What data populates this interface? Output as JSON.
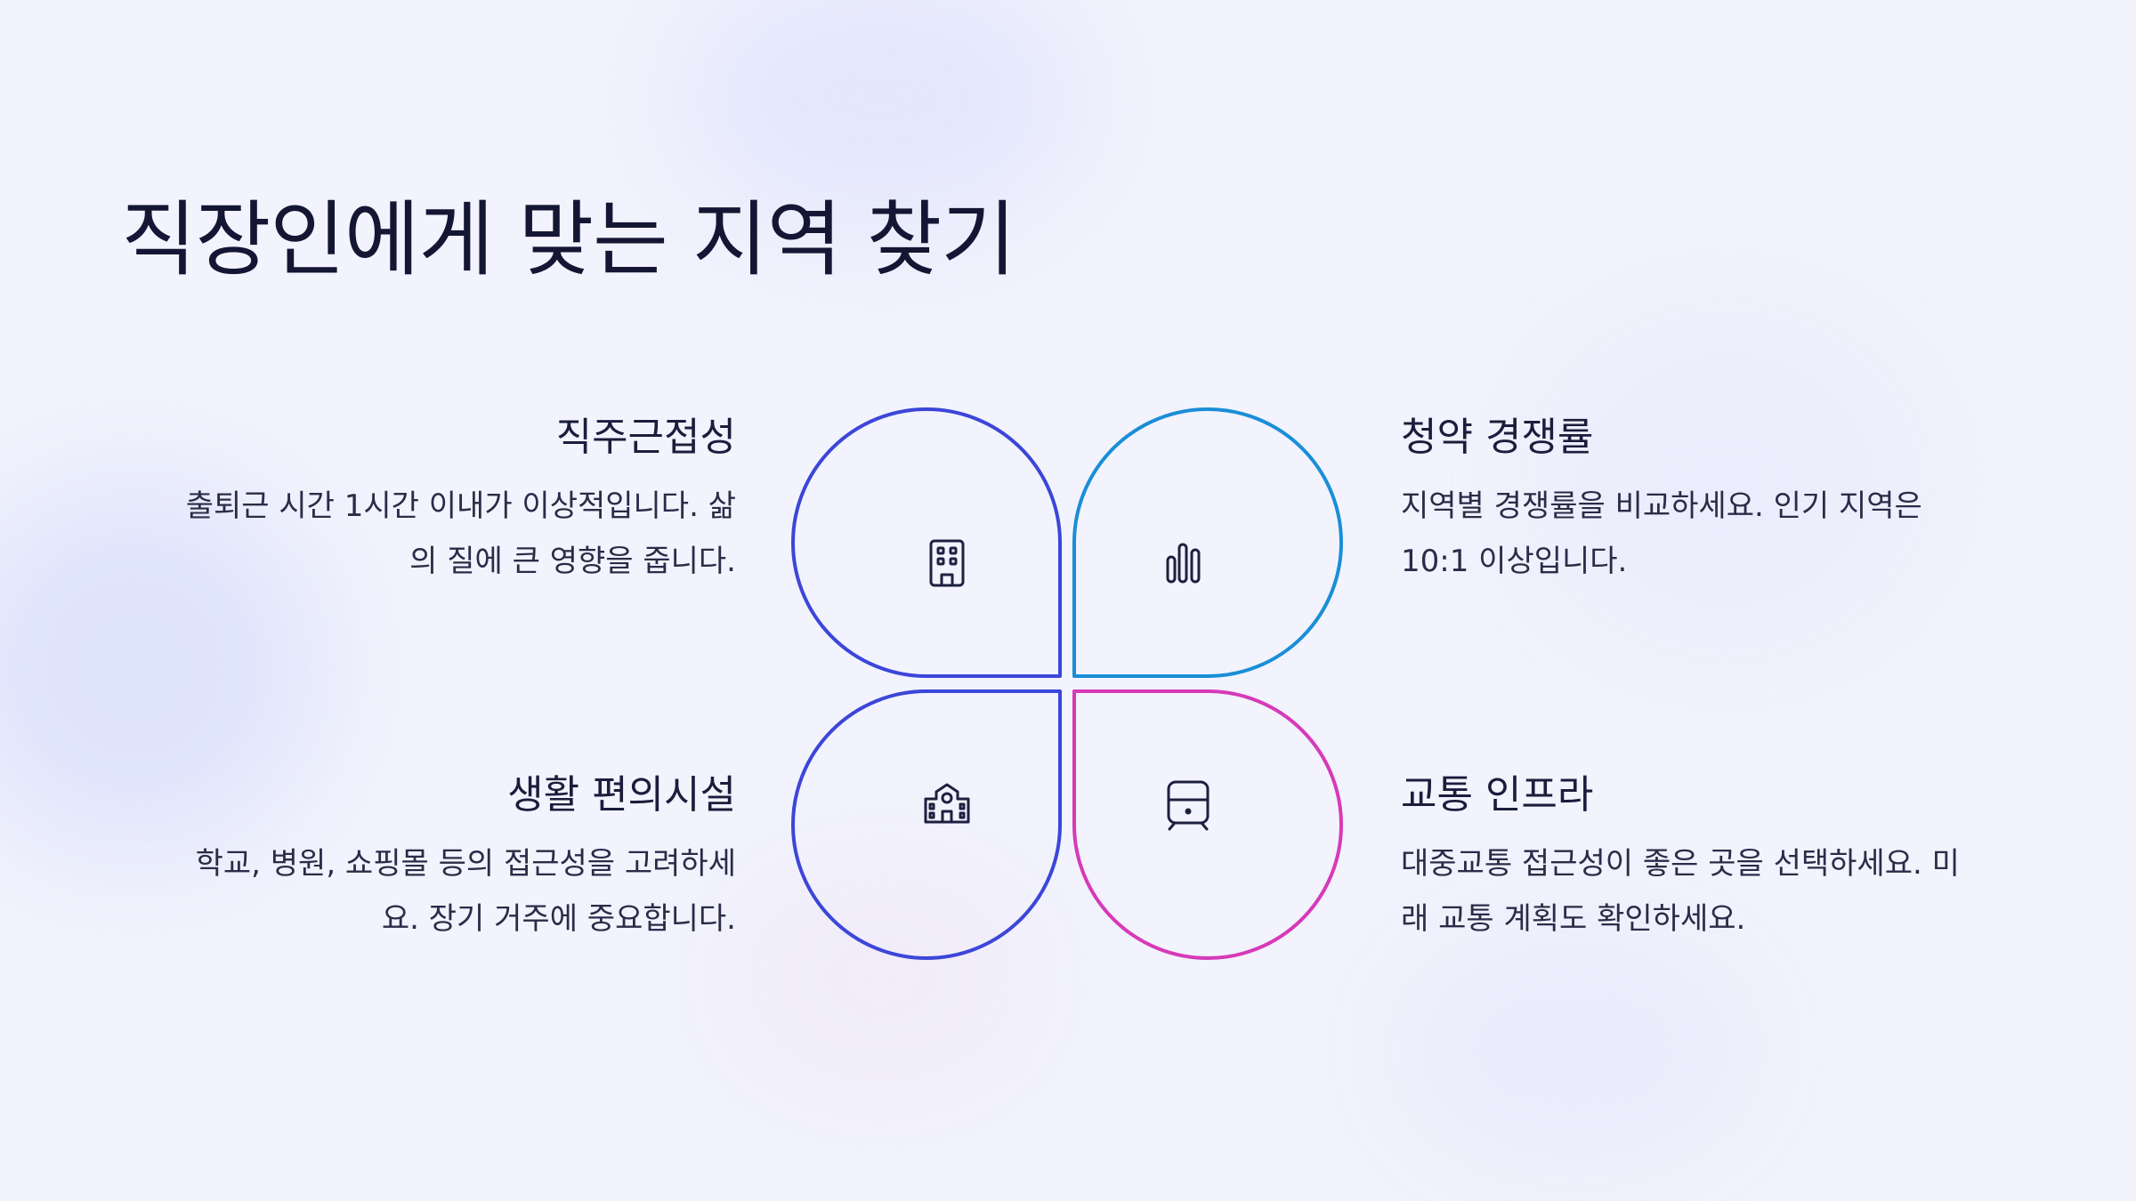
{
  "title": "직장인에게 맞는 지역 찾기",
  "quadrants": {
    "top_left": {
      "heading": "직주근접성",
      "desc_line1": "출퇴근 시간 1시간 이내가 이상적입니다. 삶",
      "desc_line2": "의 질에 큰 영향을 줍니다.",
      "icon": "office-building-icon",
      "color": "#3c46d8"
    },
    "top_right": {
      "heading": "청약 경쟁률",
      "desc_line1": "지역별 경쟁률을 비교하세요. 인기 지역은",
      "desc_line2": "10:1 이상입니다.",
      "icon": "bar-chart-icon",
      "color": "#1a8ed6"
    },
    "bottom_left": {
      "heading": "생활 편의시설",
      "desc_line1": "학교, 병원, 쇼핑몰 등의 접근성을 고려하세",
      "desc_line2": "요. 장기 거주에 중요합니다.",
      "icon": "school-building-icon",
      "color": "#3c46d8"
    },
    "bottom_right": {
      "heading": "교통 인프라",
      "desc_line1": "대중교통 접근성이 좋은 곳을 선택하세요. 미",
      "desc_line2": "래 교통 계획도 확인하세요.",
      "icon": "train-icon",
      "color": "#d63ab8"
    }
  }
}
